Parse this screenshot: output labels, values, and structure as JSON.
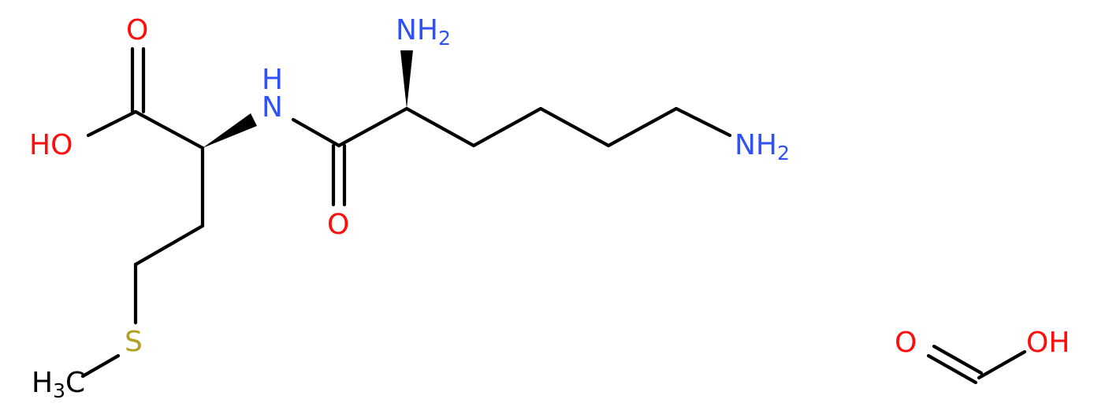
{
  "colors": {
    "carbon_bond": "#000000",
    "oxygen": "#FF0D0D",
    "nitrogen": "#3050F8",
    "sulfur": "#B2A023",
    "background": "#FFFFFF"
  },
  "atoms": {
    "carboxyl_o_top": "O",
    "carboxyl_oh": "HO",
    "amide_nh": "H",
    "amide_nh_n": "N",
    "amide_o": "O",
    "alpha_nh2_n": "NH",
    "alpha_nh2_sub": "2",
    "epsilon_nh2_n": "NH",
    "epsilon_nh2_sub": "2",
    "sulfur": "S",
    "methyl_h": "H",
    "methyl_sub": "3",
    "methyl_c": "C",
    "formic_o": "O",
    "formic_oh": "OH"
  },
  "icons": {
    "wedge_bond": "wedge-bond-icon"
  }
}
